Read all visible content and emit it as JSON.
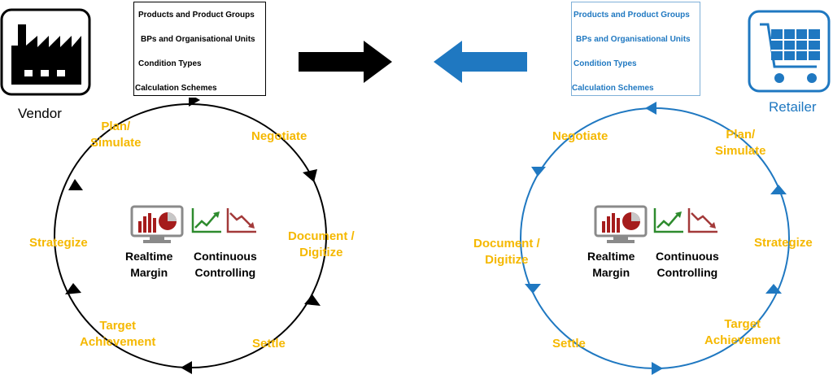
{
  "vendor": {
    "label": "Vendor",
    "master_data": [
      "Products and Product Groups",
      "BPs and Organisational Units",
      "Condition Types",
      "Calculation Schemes"
    ],
    "cycle": {
      "plan_simulate": [
        "Plan/",
        "Simulate"
      ],
      "negotiate": "Negotiate",
      "document_digitize": [
        "Document /",
        "Digitize"
      ],
      "settle": "Settle",
      "target_achievement": [
        "Target",
        "Achievement"
      ],
      "strategize": "Strategize"
    },
    "center": {
      "realtime_margin": [
        "Realtime",
        "Margin"
      ],
      "continuous_controlling": [
        "Continuous",
        "Controlling"
      ]
    }
  },
  "retailer": {
    "label": "Retailer",
    "master_data": [
      "Products and Product Groups",
      "BPs and Organisational Units",
      "Condition Types",
      "Calculation Schemes"
    ],
    "cycle": {
      "negotiate": "Negotiate",
      "plan_simulate": [
        "Plan/",
        "Simulate"
      ],
      "strategize": "Strategize",
      "target_achievement": [
        "Target",
        "Achievement"
      ],
      "settle": "Settle",
      "document_digitize": [
        "Document /",
        "Digitize"
      ]
    },
    "center": {
      "realtime_margin": [
        "Realtime",
        "Margin"
      ],
      "continuous_controlling": [
        "Continuous",
        "Controlling"
      ]
    }
  },
  "colors": {
    "vendor_cycle": "#000000",
    "retailer_cycle": "#1f78c1",
    "stage_text": "#f5b800",
    "trend_up": "#2e8b2e",
    "trend_down": "#a33a3a",
    "chart_bar": "#a51c1c"
  },
  "icons": [
    "factory-icon",
    "shopping-cart-icon",
    "arrow-right-icon",
    "arrow-left-icon",
    "monitor-chart-icon",
    "trend-up-icon",
    "trend-down-icon"
  ]
}
